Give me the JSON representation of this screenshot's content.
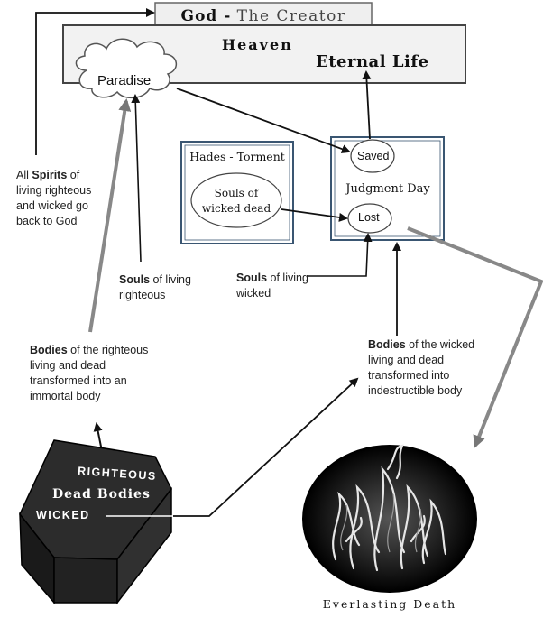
{
  "god": {
    "prefix": "God -",
    "title": "The Creator"
  },
  "heaven": {
    "title": "Heaven",
    "eternal_life": "Eternal Life"
  },
  "paradise": "Paradise",
  "hades": {
    "title": "Hades - Torment",
    "souls": "Souls of wicked dead"
  },
  "judgment": {
    "title": "Judgment Day",
    "saved": "Saved",
    "lost": "Lost"
  },
  "spirits_note": {
    "pre": "All",
    "bold": "Spirits",
    "rest": "of living righteous and wicked go back to God"
  },
  "souls_righteous": {
    "bold": "Souls",
    "rest": "of living righteous"
  },
  "souls_wicked": {
    "bold": "Souls",
    "rest": "of living wicked"
  },
  "bodies_righteous": {
    "bold": "Bodies",
    "rest": "of the righteous living and dead transformed into an immortal body"
  },
  "bodies_wicked": {
    "bold": "Bodies",
    "rest": "of the wicked living and dead transformed into indestructible body"
  },
  "coffin": {
    "righteous": "RIGHTEOUS",
    "dead_bodies": "Dead Bodies",
    "wicked": "WICKED"
  },
  "everlasting_death": "Everlasting Death"
}
